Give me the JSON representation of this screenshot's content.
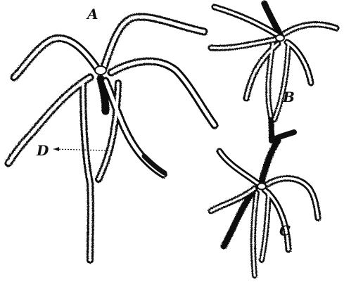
{
  "labels": {
    "a": "A",
    "b": "B",
    "c": "C",
    "d": "D"
  },
  "colors": {
    "ink": "#111111",
    "paper": "#ffffff"
  }
}
